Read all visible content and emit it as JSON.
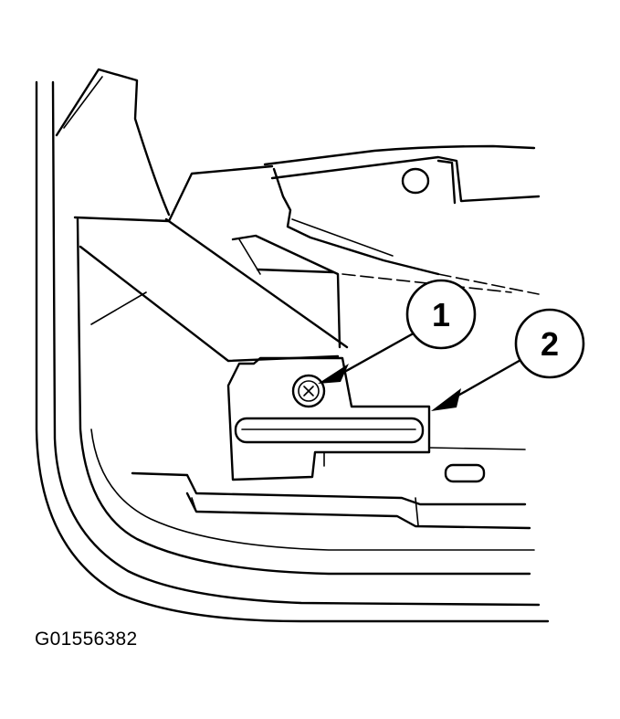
{
  "figure": {
    "id_label": "G01556382"
  },
  "callouts": [
    {
      "number": "1",
      "target": "retaining-bolt"
    },
    {
      "number": "2",
      "target": "bracket"
    }
  ],
  "colors": {
    "ink": "#000000",
    "paper": "#ffffff"
  }
}
